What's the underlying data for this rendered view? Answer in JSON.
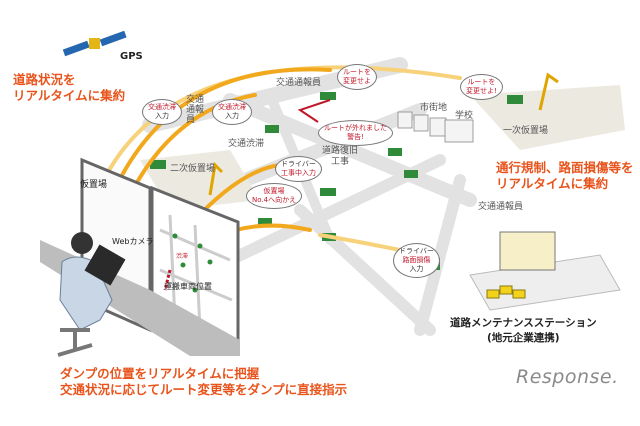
{
  "satellite": {
    "label": "GPS"
  },
  "headlines": {
    "left": [
      "道路状況を",
      "リアルタイムに集約"
    ],
    "right": [
      "通行規制、路面損傷等を",
      "リアルタイムに集約"
    ],
    "bottom": [
      "ダンプの位置をリアルタイムに把握",
      "交通状況に応じてルート変更等をダンプに直接指示"
    ]
  },
  "labels": {
    "traffic_reporter": "交通通報員",
    "traffic_jam": "交通渋滞",
    "secondary_yard": "二次仮置場",
    "yard": "仮置場",
    "primary_yard": "一次仮置場",
    "downtown": "市街地",
    "school": "学校",
    "road_repair": [
      "道路復旧",
      "工事"
    ],
    "webcam": "Webカメラ",
    "jam_marker": "渋滞",
    "vehicle_position": "運搬車両位置"
  },
  "bubbles": {
    "jam_input": [
      "交通渋滞",
      "入力"
    ],
    "change_route": [
      "ルートを",
      "変更せよ"
    ],
    "change_route_excl": [
      "ルートを",
      "変更せよ!"
    ],
    "off_route": [
      "ルートが外れました",
      "警告!"
    ],
    "driver_construction": [
      "ドライバー",
      "工事中入力"
    ],
    "go_yard4": [
      "仮置場",
      "No.4へ向かえ"
    ],
    "driver_damage": [
      "ドライバー",
      "路面損傷",
      "入力"
    ]
  },
  "station": {
    "name": "道路メンテナンスステーション",
    "sub": "(地元企業連携)"
  },
  "logo": "Response.",
  "colors": {
    "accent": "#e8541c",
    "arc": "#f2a81d",
    "road": "#e4e4e4",
    "truck": "#2f8a3a"
  }
}
